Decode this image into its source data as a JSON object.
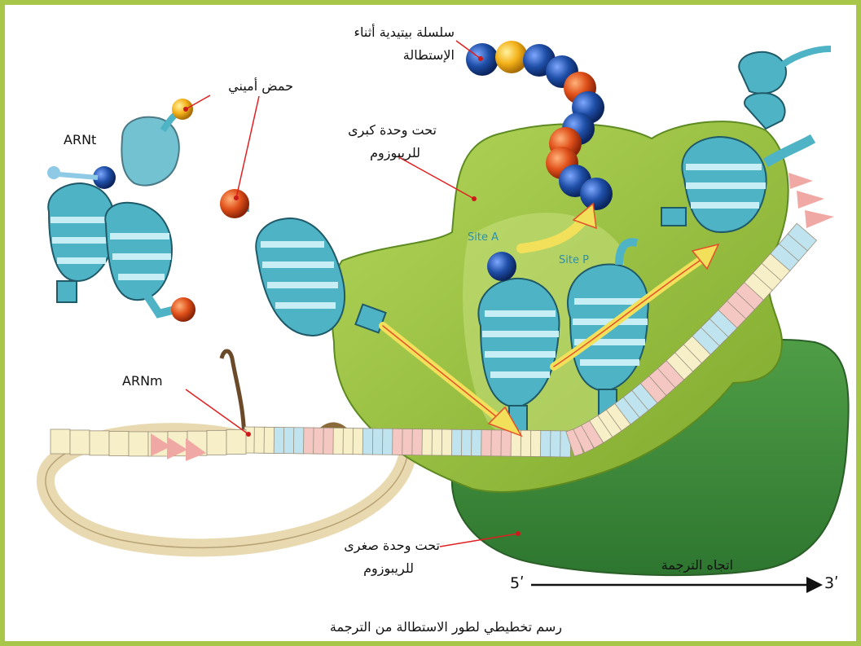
{
  "frame_color": "#a8c64a",
  "labels": {
    "peptide_chain_line1": "سلسلة بيتيدية أثناء",
    "peptide_chain_line2": "الإستطالة",
    "amino_acid": "حمض أميني",
    "trna": "ARNt",
    "large_subunit_line1": "تحت وحدة كبرى",
    "large_subunit_line2": "للريبوزوم",
    "site_a": "Site A",
    "site_p": "Site P",
    "mrna": "ARNm",
    "small_subunit_line1": "تحت وحدة صغرى",
    "small_subunit_line2": "للريبوزوم",
    "direction": "اتجاه الترجمة",
    "five_prime": "5ʹ",
    "three_prime": "3ʹ"
  },
  "caption": "رسم تخطيطي لطور الاستطالة من الترجمة",
  "colors": {
    "large_subunit": "#9cc43a",
    "small_subunit": "#3f8f3a",
    "trna": "#4fb3c6",
    "amino_acid_blue": "#1f4fa8",
    "amino_acid_orange": "#e0501a",
    "amino_acid_yellow": "#f4b21a",
    "mrna_strand": "#e9d9b0",
    "arrow": "#f2e05a"
  }
}
